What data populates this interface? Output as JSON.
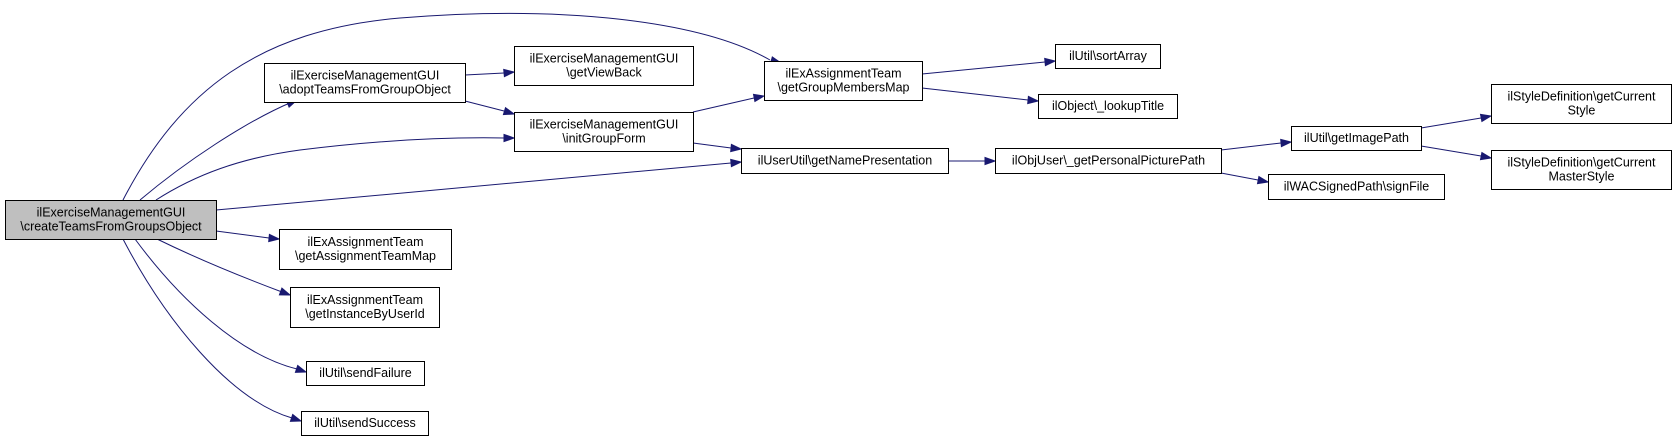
{
  "graph": {
    "root": "createTeamsFromGroupsObject",
    "nodes": [
      {
        "id": "createTeamsFromGroupsObject",
        "lines": [
          "ilExerciseManagementGUI",
          "\\createTeamsFromGroupsObject"
        ],
        "root": true
      },
      {
        "id": "adoptTeamsFromGroupObject",
        "lines": [
          "ilExerciseManagementGUI",
          "\\adoptTeamsFromGroupObject"
        ]
      },
      {
        "id": "getViewBack",
        "lines": [
          "ilExerciseManagementGUI",
          "\\getViewBack"
        ]
      },
      {
        "id": "initGroupForm",
        "lines": [
          "ilExerciseManagementGUI",
          "\\initGroupForm"
        ]
      },
      {
        "id": "getGroupMembersMap",
        "lines": [
          "ilExAssignmentTeam",
          "\\getGroupMembersMap"
        ]
      },
      {
        "id": "sortArray",
        "lines": [
          "ilUtil\\sortArray"
        ]
      },
      {
        "id": "lookupTitle",
        "lines": [
          "ilObject\\_lookupTitle"
        ]
      },
      {
        "id": "getNamePresentation",
        "lines": [
          "ilUserUtil\\getNamePresentation"
        ]
      },
      {
        "id": "getPersonalPicturePath",
        "lines": [
          "ilObjUser\\_getPersonalPicturePath"
        ]
      },
      {
        "id": "getImagePath",
        "lines": [
          "ilUtil\\getImagePath"
        ]
      },
      {
        "id": "signFile",
        "lines": [
          "ilWACSignedPath\\signFile"
        ]
      },
      {
        "id": "getCurrentStyle",
        "lines": [
          "ilStyleDefinition\\getCurrent",
          "Style"
        ]
      },
      {
        "id": "getCurrentMasterStyle",
        "lines": [
          "ilStyleDefinition\\getCurrent",
          "MasterStyle"
        ]
      },
      {
        "id": "getAssignmentTeamMap",
        "lines": [
          "ilExAssignmentTeam",
          "\\getAssignmentTeamMap"
        ]
      },
      {
        "id": "getInstanceByUserId",
        "lines": [
          "ilExAssignmentTeam",
          "\\getInstanceByUserId"
        ]
      },
      {
        "id": "sendFailure",
        "lines": [
          "ilUtil\\sendFailure"
        ]
      },
      {
        "id": "sendSuccess",
        "lines": [
          "ilUtil\\sendSuccess"
        ]
      }
    ],
    "edges": [
      {
        "from": "createTeamsFromGroupsObject",
        "to": "getGroupMembersMap"
      },
      {
        "from": "createTeamsFromGroupsObject",
        "to": "adoptTeamsFromGroupObject"
      },
      {
        "from": "createTeamsFromGroupsObject",
        "to": "initGroupForm"
      },
      {
        "from": "createTeamsFromGroupsObject",
        "to": "getNamePresentation"
      },
      {
        "from": "createTeamsFromGroupsObject",
        "to": "getAssignmentTeamMap"
      },
      {
        "from": "createTeamsFromGroupsObject",
        "to": "getInstanceByUserId"
      },
      {
        "from": "createTeamsFromGroupsObject",
        "to": "sendFailure"
      },
      {
        "from": "createTeamsFromGroupsObject",
        "to": "sendSuccess"
      },
      {
        "from": "adoptTeamsFromGroupObject",
        "to": "getViewBack"
      },
      {
        "from": "adoptTeamsFromGroupObject",
        "to": "initGroupForm"
      },
      {
        "from": "initGroupForm",
        "to": "getGroupMembersMap"
      },
      {
        "from": "initGroupForm",
        "to": "getNamePresentation"
      },
      {
        "from": "getGroupMembersMap",
        "to": "sortArray"
      },
      {
        "from": "getGroupMembersMap",
        "to": "lookupTitle"
      },
      {
        "from": "getNamePresentation",
        "to": "getPersonalPicturePath"
      },
      {
        "from": "getPersonalPicturePath",
        "to": "getImagePath"
      },
      {
        "from": "getPersonalPicturePath",
        "to": "signFile"
      },
      {
        "from": "getImagePath",
        "to": "getCurrentStyle"
      },
      {
        "from": "getImagePath",
        "to": "getCurrentMasterStyle"
      }
    ]
  }
}
